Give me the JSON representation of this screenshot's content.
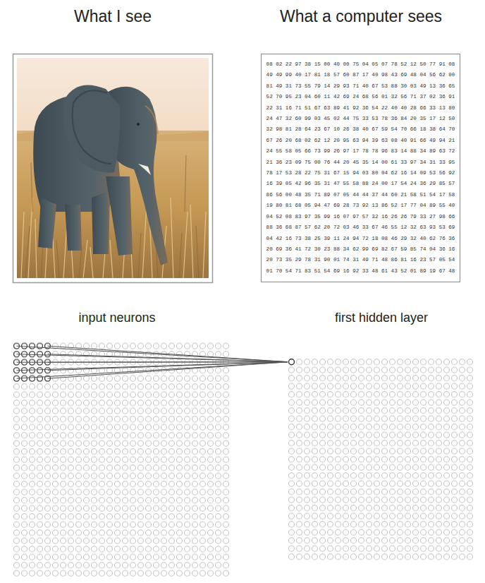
{
  "diagram": {
    "nodes": [
      {
        "text": [
          "08 02 22 97 38 15 00 40 00 75 04 05 07 78 52 12 50 77 91 08",
          "49 49 99 40 17 81 18 57 60 87 17 40 98 43 69 48 04 56 62 00",
          "81 49 31 73 55 79 14 29 93 71 40 67 53 88 30 03 49 13 36 65",
          "52 70 95 23 04 60 11 42 69 24 68 56 01 32 56 71 37 02 36 91",
          "22 31 16 71 51 67 63 89 41 92 36 54 22 40 40 28 66 33 13 80",
          "24 47 32 60 99 03 45 02 44 75 33 53 78 36 84 20 35 17 12 50",
          "32 98 81 28 64 23 67 10 26 38 40 67 59 54 70 66 18 38 64 70",
          "67 26 20 68 02 62 12 20 95 63 94 39 63 08 40 91 66 49 94 21",
          "24 55 58 05 66 73 99 26 97 17 78 78 96 83 14 88 34 89 63 72",
          "21 36 23 09 75 00 76 44 20 45 35 14 00 61 33 97 34 31 33 95",
          "78 17 53 28 22 75 31 67 15 94 03 80 04 62 16 14 09 53 56 92",
          "16 39 05 42 96 35 31 47 55 58 88 24 00 17 54 24 36 29 85 57",
          "86 56 00 48 35 71 89 07 05 44 44 37 44 60 21 58 51 54 17 58",
          "19 80 81 68 05 94 47 69 28 73 92 13 86 52 17 77 04 89 55 40",
          "04 52 08 83 97 35 99 16 07 97 57 32 16 26 26 79 33 27 98 66",
          "88 36 68 87 57 62 20 72 03 46 33 67 46 55 12 32 63 93 53 69",
          "04 42 16 73 38 25 39 11 24 94 72 18 08 46 29 32 40 62 76 36",
          "20 69 36 41 72 30 23 88 34 62 99 69 82 67 59 85 74 04 36 16",
          "20 73 35 29 78 31 90 01 74 31 49 71 48 86 81 16 23 57 05 54",
          "01 70 54 71 83 51 54 69 16 92 33 48 61 43 52 01 89 19 67 48"
        ]
      }
    ],
    "labels": [
      "What I see",
      "What a computer sees",
      "input neurons",
      "first hidden layer"
    ]
  }
}
